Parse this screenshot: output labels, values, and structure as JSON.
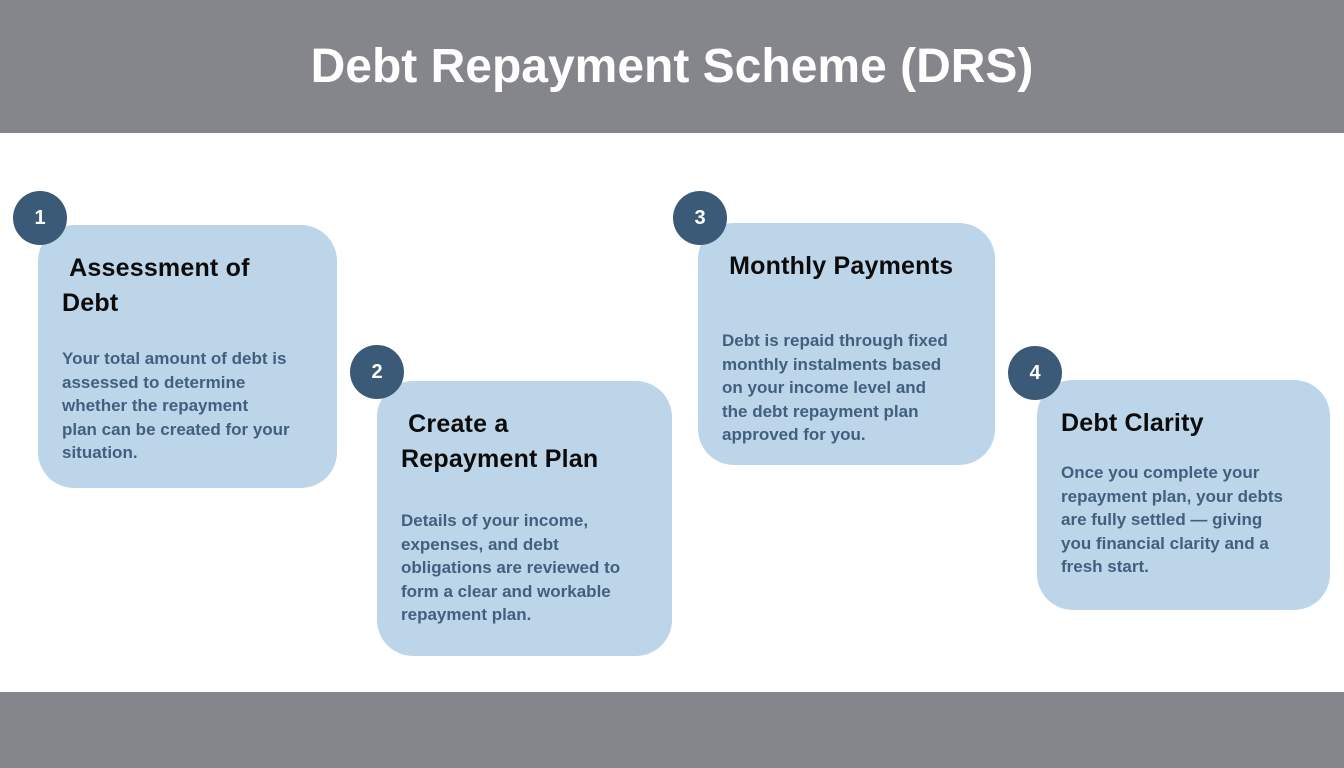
{
  "header": {
    "title": "Debt Repayment Scheme (DRS)"
  },
  "colors": {
    "band_gray": "#85868B",
    "card_blue": "#BDD5E9",
    "badge_blue": "#3B5A77",
    "body_text": "#41607F",
    "title_text": "#0B0B0B",
    "header_text": "#FFFFFF"
  },
  "steps": [
    {
      "number": "1",
      "title": " Assessment of\nDebt",
      "description": "Your total amount of debt is\nassessed to determine\nwhether the repayment\nplan can be created for your\nsituation."
    },
    {
      "number": "2",
      "title": " Create a\nRepayment Plan",
      "description": "Details of your income,\nexpenses, and debt\nobligations are reviewed to\nform a clear and workable\nrepayment plan."
    },
    {
      "number": "3",
      "title": " Monthly Payments",
      "description": "Debt is repaid through fixed\nmonthly instalments based\non your income level and\nthe debt repayment plan\napproved for you."
    },
    {
      "number": "4",
      "title": "Debt Clarity",
      "description": "Once you complete your\nrepayment plan, your debts\nare fully settled — giving\nyou financial clarity and a\nfresh start."
    }
  ]
}
